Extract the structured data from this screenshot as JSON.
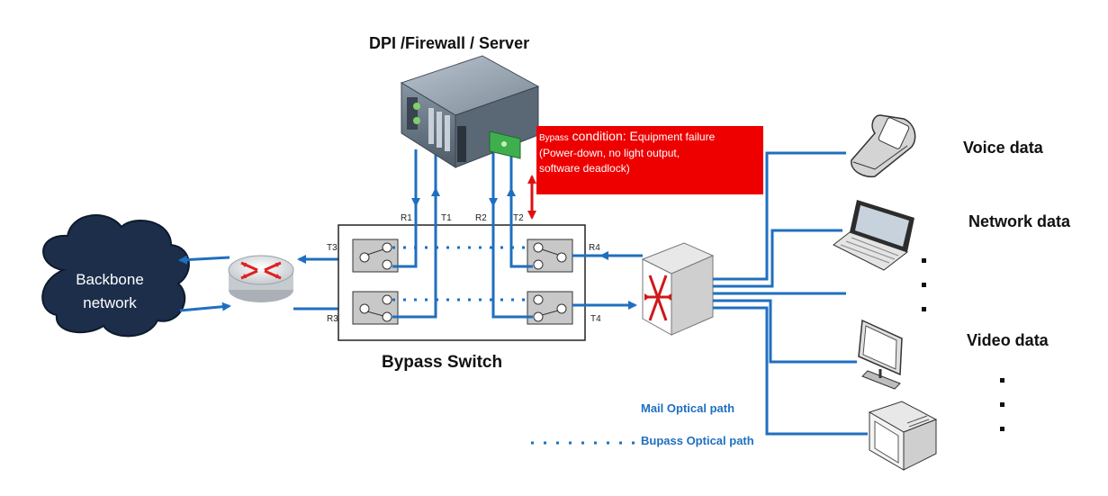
{
  "diagram": {
    "title_top": "DPI /Firewall / Server",
    "title_switch": "Bypass Switch",
    "cloud_label_line1": "Backbone",
    "cloud_label_line2": "network",
    "ports": {
      "r1": "R1",
      "t1": "T1",
      "r2": "R2",
      "t2": "T2",
      "t3": "T3",
      "r3": "R3",
      "r4": "R4",
      "t4": "T4"
    },
    "bypass_condition": {
      "small_prefix": "Bypass",
      "condition_text": " condition: ",
      "big_e": "E",
      "equipment_rest": "quipment failure",
      "line2": "(Power-down, no light output,",
      "line3": "software deadlock)"
    },
    "right_labels": {
      "voice": "Voice data",
      "network": "Network data",
      "video": "Video data"
    },
    "legend": {
      "main_path": "Mail Optical path",
      "bypass_path": "Bupass Optical path",
      "bypass_dots": ". . . . . . . ."
    },
    "colors": {
      "optical_path": "#1f6fc0",
      "alert": "#ee0000",
      "server_body": "#6d7c8a",
      "cloud": "#1c2e4a"
    }
  }
}
